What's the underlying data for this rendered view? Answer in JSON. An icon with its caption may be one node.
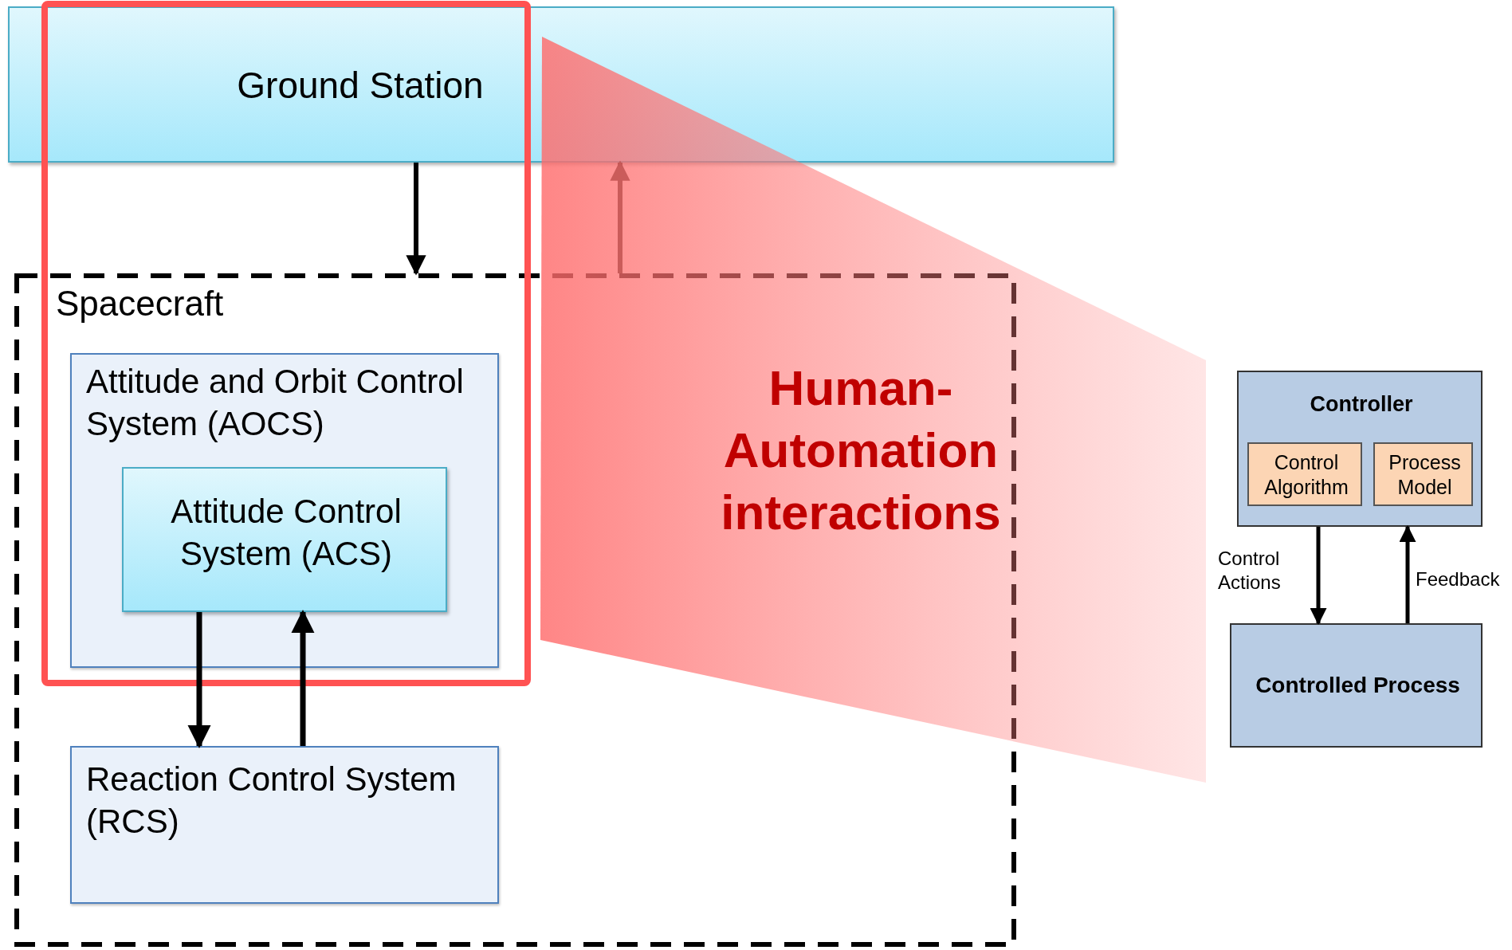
{
  "diagram": {
    "nodes": [
      {
        "text": [
          "Ground Station"
        ]
      },
      {
        "text": [
          "Spacecraft"
        ]
      },
      {
        "text": [
          "Attitude and Orbit Control System (AOCS)"
        ],
        "in": 1
      },
      {
        "text": [
          "Attitude Control System (ACS)"
        ],
        "in": 2
      },
      {
        "text": [
          "Reaction Control System (RCS)"
        ],
        "in": 1
      },
      {
        "text": [
          "Controller"
        ]
      },
      {
        "text": [
          "Control Algorithm"
        ],
        "in": 5
      },
      {
        "text": [
          "Process Model"
        ],
        "in": 5
      },
      {
        "text": [
          "Controlled Process"
        ]
      }
    ],
    "edges": [
      {
        "from": 0,
        "to": 1,
        "arrow": "to"
      },
      {
        "from": 1,
        "to": 0,
        "arrow": "to",
        "color": "#b94a48"
      },
      {
        "from": 3,
        "to": 4,
        "arrow": "to"
      },
      {
        "from": 4,
        "to": 3,
        "arrow": "to"
      },
      {
        "from": 5,
        "to": 8,
        "arrow": "to",
        "label": "Control Actions"
      },
      {
        "from": 8,
        "to": 5,
        "arrow": "to",
        "label": "Feedback"
      }
    ],
    "labels": [
      "Human-Automation interactions"
    ]
  }
}
